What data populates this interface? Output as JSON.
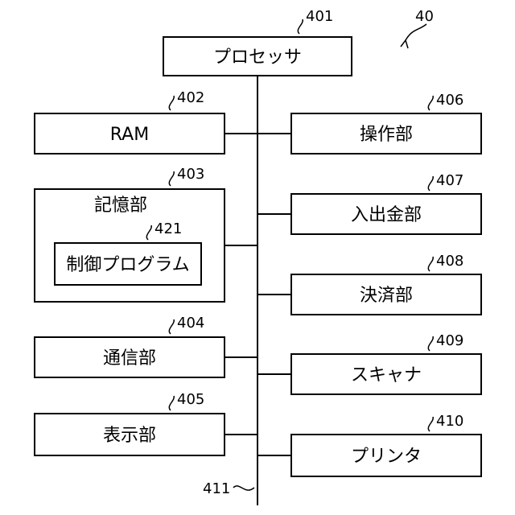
{
  "figure": {
    "ref": "40"
  },
  "bus": {
    "ref": "411"
  },
  "processor": {
    "label": "プロセッサ",
    "ref": "401"
  },
  "left_units": [
    {
      "key": "ram",
      "label": "RAM",
      "ref": "402"
    },
    {
      "key": "storage",
      "label": "記憶部",
      "ref": "403"
    },
    {
      "key": "communication",
      "label": "通信部",
      "ref": "404"
    },
    {
      "key": "display",
      "label": "表示部",
      "ref": "405"
    }
  ],
  "control_program": {
    "label": "制御プログラム",
    "ref": "421"
  },
  "right_units": [
    {
      "key": "operation",
      "label": "操作部",
      "ref": "406"
    },
    {
      "key": "cash-io",
      "label": "入出金部",
      "ref": "407"
    },
    {
      "key": "payment",
      "label": "決済部",
      "ref": "408"
    },
    {
      "key": "scanner",
      "label": "スキャナ",
      "ref": "409"
    },
    {
      "key": "printer",
      "label": "プリンタ",
      "ref": "410"
    }
  ]
}
